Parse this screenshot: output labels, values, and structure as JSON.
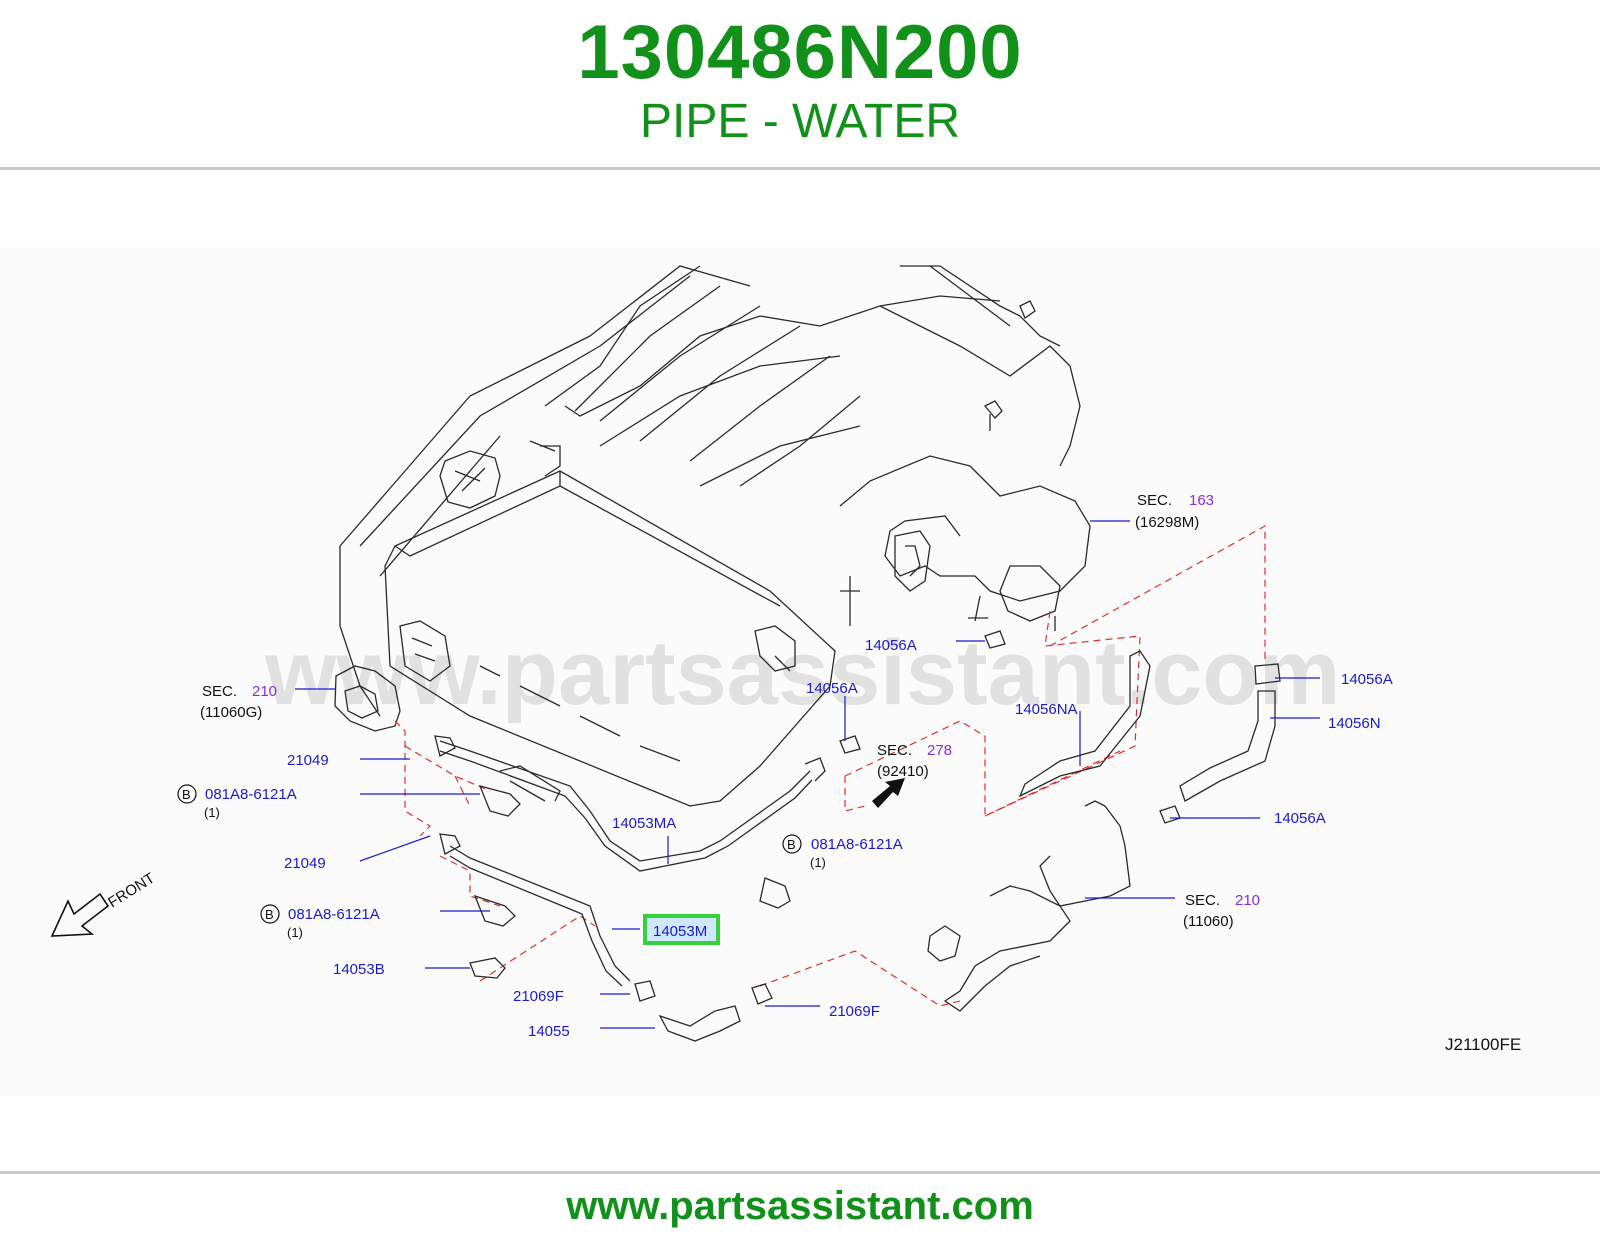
{
  "header": {
    "part_number": "130486N200",
    "part_name": "PIPE - WATER"
  },
  "diagram": {
    "watermark": "www.partsassistant.com",
    "code": "J21100FE",
    "front_label": "FRONT",
    "callouts": [
      {
        "id": "sec163",
        "prefix": "SEC.",
        "num": "163",
        "sub": "(16298M)"
      },
      {
        "id": "sec210a",
        "prefix": "SEC.",
        "num": "210",
        "sub": "(11060G)"
      },
      {
        "id": "sec278",
        "prefix": "SEC.",
        "num": "278",
        "sub": "(92410)"
      },
      {
        "id": "sec210b",
        "prefix": "SEC.",
        "num": "210",
        "sub": "(11060)"
      }
    ],
    "labels": {
      "p14056A_1": "14056A",
      "p14056A_2": "14056A",
      "p14056A_3": "14056A",
      "p14056A_4": "14056A",
      "p14056NA": "14056NA",
      "p14056N": "14056N",
      "p21049_1": "21049",
      "p21049_2": "21049",
      "p14053MA": "14053MA",
      "p14053M": "14053M",
      "p14053B": "14053B",
      "p21069F_1": "21069F",
      "p21069F_2": "21069F",
      "p14055": "14055",
      "bolt_1": "081A8-6121A",
      "bolt_2": "081A8-6121A",
      "bolt_3": "081A8-6121A",
      "qty_1": "(1)",
      "qty_2": "(1)",
      "qty_3": "(1)",
      "b_badge": "B"
    },
    "highlight_color": "#36d23a"
  },
  "footer": {
    "url": "www.partsassistant.com"
  }
}
